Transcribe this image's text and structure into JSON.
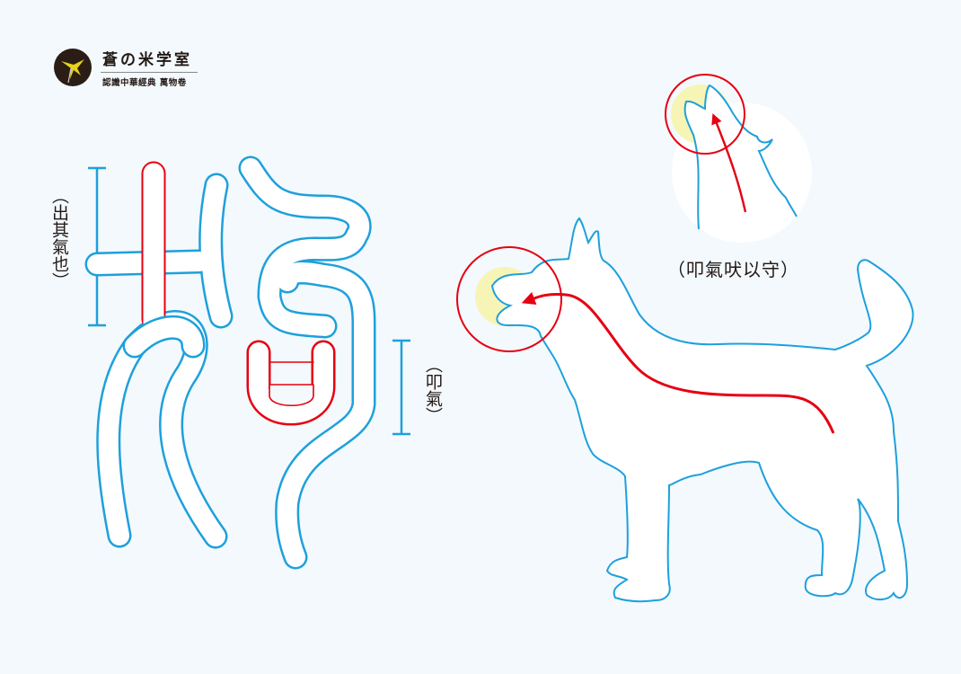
{
  "logo": {
    "title": "蒼の米学室",
    "subtitle": "認識中華經典 萬物卷",
    "icon": "bird-emblem-icon"
  },
  "seal_character": {
    "label_upper_left": "（出其氣也）",
    "label_lower_right": "（叩氣）",
    "stroke_colors": {
      "outline": "#1ea0dc",
      "highlight": "#e60012",
      "fill": "#ffffff"
    }
  },
  "illustrations": {
    "howling_dog_caption": "（叩氣吠以守）",
    "colors": {
      "outline": "#1ea0dc",
      "arrow": "#e60012",
      "circle": "#e60012",
      "glow": "#f7f5b5",
      "background": "#f3f9fc"
    }
  }
}
